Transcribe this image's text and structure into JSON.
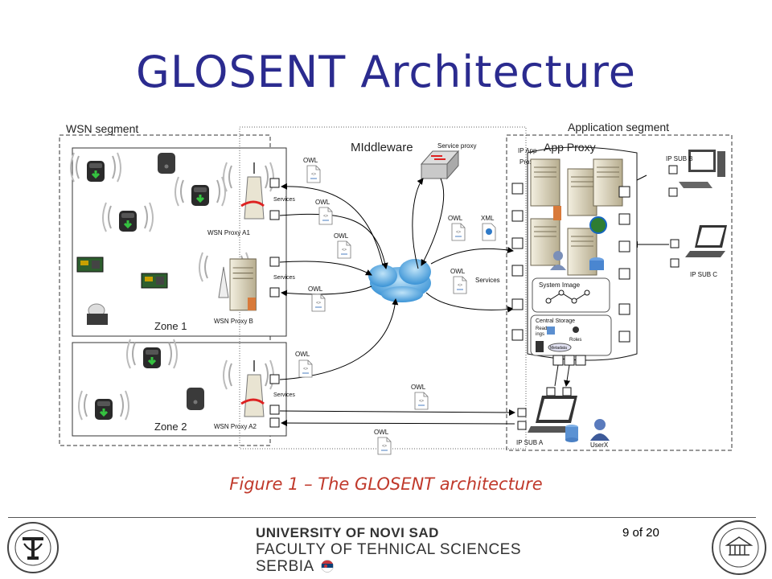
{
  "slide": {
    "title": "GLOSENT Architecture",
    "caption": "Figure 1 – The GLOSENT architecture",
    "page_indicator": "9 of 20"
  },
  "footer": {
    "line1": "UNIVERSITY OF NOVI SAD",
    "line2": "FACULTY OF TEHNICAL SCIENCES",
    "line3": "SERBIA",
    "flag_icon": "serbia-flag-icon",
    "logo_left_icon": "ftn-seal-icon",
    "logo_right_icon": "university-seal-icon"
  },
  "diagram": {
    "segments": {
      "wsn": "WSN segment",
      "middleware": "MIddleware",
      "application": "Application segment"
    },
    "zones": [
      "Zone 1",
      "Zone 2"
    ],
    "proxies": {
      "a1": "WSN Proxy A1",
      "b": "WSN Proxy B",
      "a2": "WSN Proxy A2",
      "service_proxy": "Service proxy",
      "app_proxy": "App Proxy",
      "ip_app_proxy_1": "IP App",
      "ip_app_proxy_2": "Proxy"
    },
    "services_label": "Services",
    "owl_label": "OWL",
    "xml_label": "XML",
    "doc_glyph": "<>",
    "system_image": "System Image",
    "central_storage": "Central Storage",
    "storage_items": {
      "read_1": "Read",
      "read_2": "ings",
      "roles": "Roles",
      "metadata": "Metadata"
    },
    "subscribers": {
      "sub_a": "IP SUB A",
      "sub_b": "IP SUB B",
      "sub_c": "IP SUB C",
      "user": "UserX"
    }
  }
}
